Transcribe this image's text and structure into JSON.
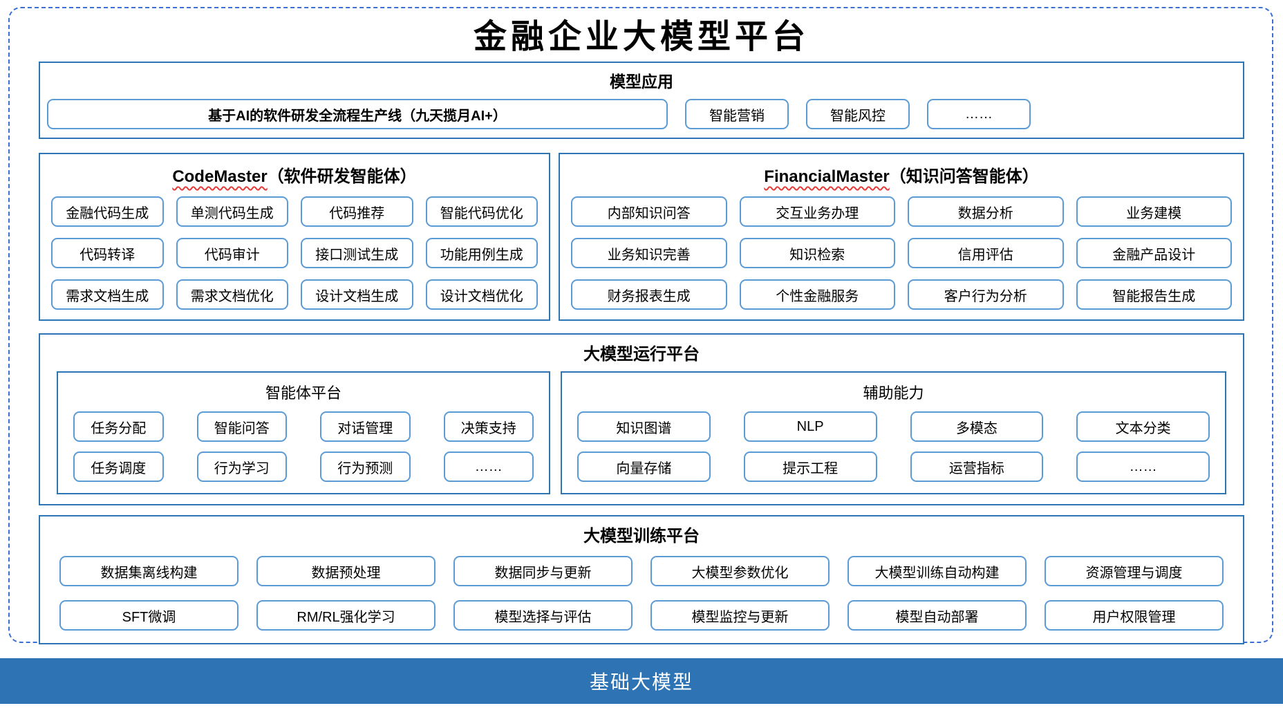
{
  "title": "金融企业大模型平台",
  "colors": {
    "section_border": "#2E75B6",
    "item_border": "#5B9BD5",
    "dashed_border": "#3B6FD4",
    "wavy_underline": "#E53935",
    "foundation_bar_bg": "#2E74B5",
    "foundation_bar_text": "#FFFFFF"
  },
  "model_applications": {
    "header": "模型应用",
    "main_item": "基于AI的软件研发全流程生产线（九天揽月AI+）",
    "items": [
      "智能营销",
      "智能风控",
      "……"
    ]
  },
  "code_master": {
    "title_en": "CodeMaster",
    "title_zh": "（软件研发智能体）",
    "items": [
      "金融代码生成",
      "单测代码生成",
      "代码推荐",
      "智能代码优化",
      "代码转译",
      "代码审计",
      "接口测试生成",
      "功能用例生成",
      "需求文档生成",
      "需求文档优化",
      "设计文档生成",
      "设计文档优化"
    ]
  },
  "financial_master": {
    "title_en": "FinancialMaster",
    "title_zh": "（知识问答智能体）",
    "items": [
      "内部知识问答",
      "交互业务办理",
      "数据分析",
      "业务建模",
      "业务知识完善",
      "知识检索",
      "信用评估",
      "金融产品设计",
      "财务报表生成",
      "个性金融服务",
      "客户行为分析",
      "智能报告生成"
    ]
  },
  "runtime_platform": {
    "header": "大模型运行平台",
    "agent_platform": {
      "header": "智能体平台",
      "items": [
        "任务分配",
        "智能问答",
        "对话管理",
        "决策支持",
        "任务调度",
        "行为学习",
        "行为预测",
        "……"
      ]
    },
    "aux_capabilities": {
      "header": "辅助能力",
      "items": [
        "知识图谱",
        "NLP",
        "多模态",
        "文本分类",
        "向量存储",
        "提示工程",
        "运营指标",
        "……"
      ]
    }
  },
  "training_platform": {
    "header": "大模型训练平台",
    "items": [
      "数据集离线构建",
      "数据预处理",
      "数据同步与更新",
      "大模型参数优化",
      "大模型训练自动构建",
      "资源管理与调度",
      "SFT微调",
      "RM/RL强化学习",
      "模型选择与评估",
      "模型监控与更新",
      "模型自动部署",
      "用户权限管理"
    ]
  },
  "foundation": {
    "label": "基础大模型"
  }
}
